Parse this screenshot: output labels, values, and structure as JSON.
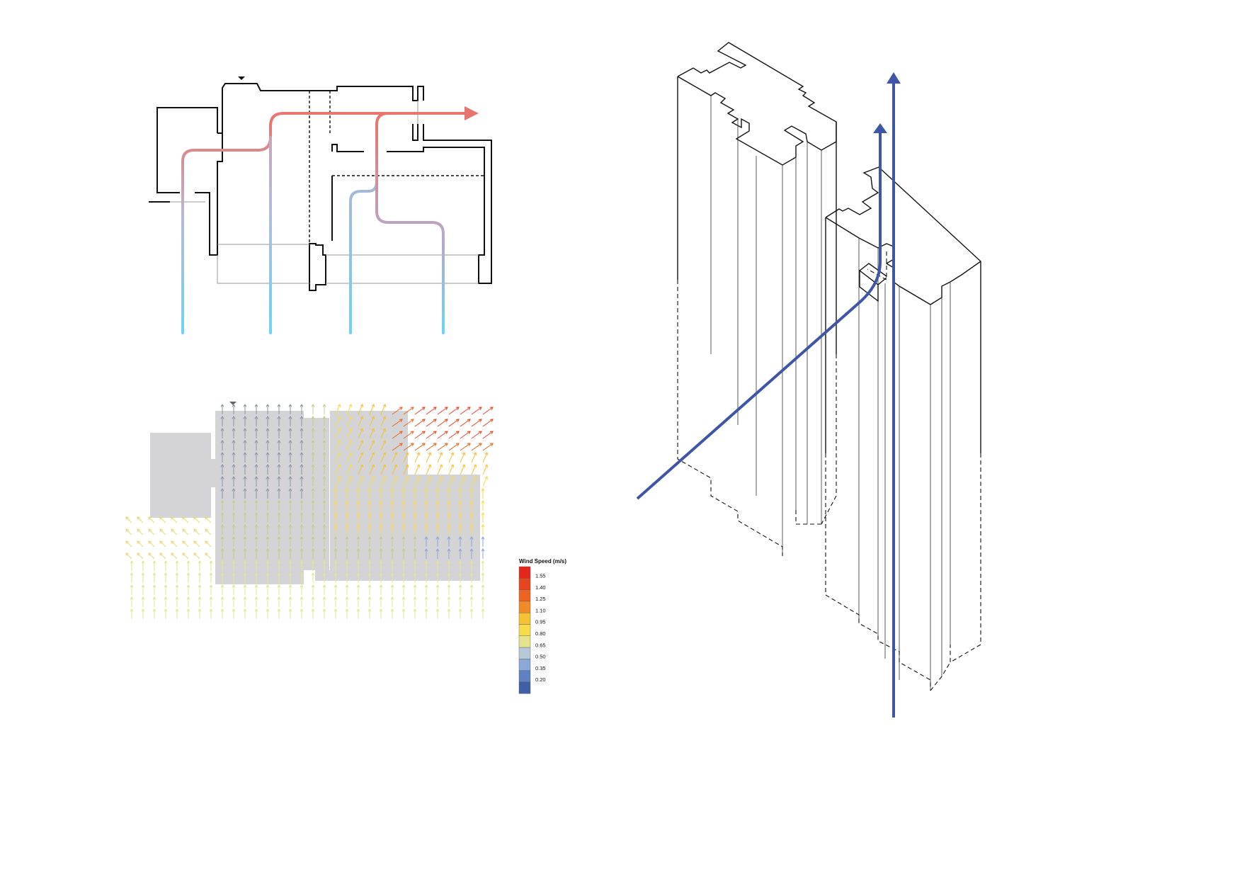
{
  "legend": {
    "title": "Wind Speed (m/s)",
    "items": [
      {
        "label": "1.55",
        "color": "#e4261c"
      },
      {
        "label": "1.40",
        "color": "#e8441f"
      },
      {
        "label": "1.25",
        "color": "#ec6424"
      },
      {
        "label": "1.10",
        "color": "#f08a28"
      },
      {
        "label": "0.95",
        "color": "#f5c235"
      },
      {
        "label": "0.80",
        "color": "#f6dc4a"
      },
      {
        "label": "0.65",
        "color": "#e6e38e"
      },
      {
        "label": "0.50",
        "color": "#b7c9d6"
      },
      {
        "label": "0.35",
        "color": "#8aa8d8"
      },
      {
        "label": "0.20",
        "color": "#6080c4"
      },
      {
        "label": "",
        "color": "#3f5fa8"
      }
    ]
  },
  "colors": {
    "hot_air": "#e8756f",
    "cool_air": "#6fd3f2",
    "mixed_air": "#b9a9c9",
    "airflow_axonometric": "#3f55a8",
    "building_footprint": "#d4d4d6"
  }
}
